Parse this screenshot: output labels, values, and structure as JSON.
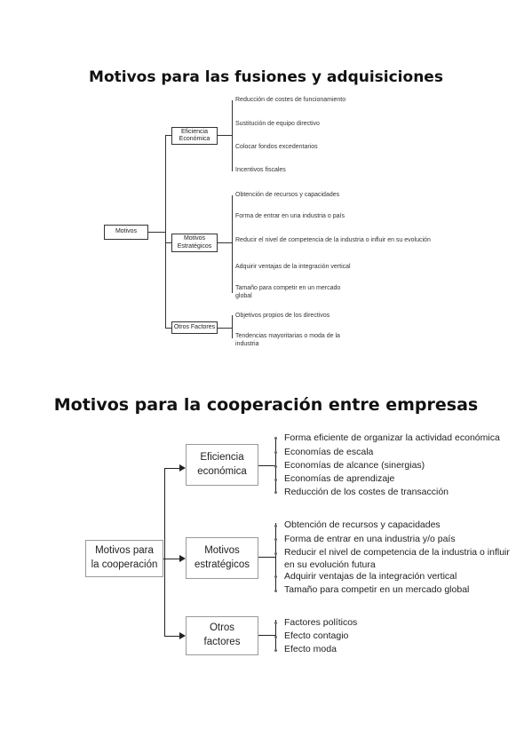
{
  "diagram1": {
    "title": "Motivos para las fusiones y adquisiciones",
    "root": "Motivos",
    "branches": [
      {
        "label": "Eficiencia Económica",
        "leaves": [
          "Reducción de costes de funcionamiento",
          "Sustitución de equipo directivo",
          "Colocar fondos excedentarios",
          "Incentivos fiscales"
        ]
      },
      {
        "label": "Motivos Estratégicos",
        "leaves": [
          "Obtención de recursos y capacidades",
          "Forma de entrar en una industria o país",
          "Reducir el nivel de competencia de la industria o influir en su evolución",
          "Adquirir ventajas de la integración vertical",
          "Tamaño para competir en un mercado global"
        ]
      },
      {
        "label": "Otros Factores",
        "leaves": [
          "Objetivos propios de los directivos",
          "Tendencias mayoritarias o moda de la industria"
        ]
      }
    ]
  },
  "diagram2": {
    "title": "Motivos para la cooperación entre empresas",
    "root": "Motivos para la cooperación",
    "branches": [
      {
        "label": "Eficiencia económica",
        "leaves": [
          "Forma eficiente de organizar la actividad económica",
          "Economías de escala",
          "Economías de alcance (sinergias)",
          "Economías de aprendizaje",
          "Reducción de los costes de transacción"
        ]
      },
      {
        "label": "Motivos estratégicos",
        "leaves": [
          "Obtención de recursos y capacidades",
          "Forma de entrar en una industria y/o país",
          "Reducir el nivel de competencia de la industria o influir en su evolución futura",
          "Adquirir ventajas de la integración vertical",
          "Tamaño para competir en un mercado global"
        ]
      },
      {
        "label": "Otros factores",
        "leaves": [
          "Factores políticos",
          "Efecto contagio",
          "Efecto moda"
        ]
      }
    ]
  }
}
